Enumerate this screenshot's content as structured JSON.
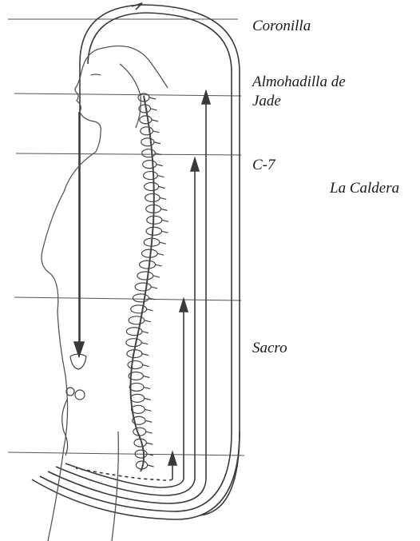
{
  "labels": {
    "coronilla": "Coronilla",
    "almohadilla_line1": "Almohadilla de",
    "almohadilla_line2": "Jade",
    "c7": "C-7",
    "caldera": "La Caldera",
    "sacro": "Sacro"
  },
  "colors": {
    "ink": "#3a3a3a",
    "text": "#1a1a1a",
    "background": "#ffffff"
  }
}
